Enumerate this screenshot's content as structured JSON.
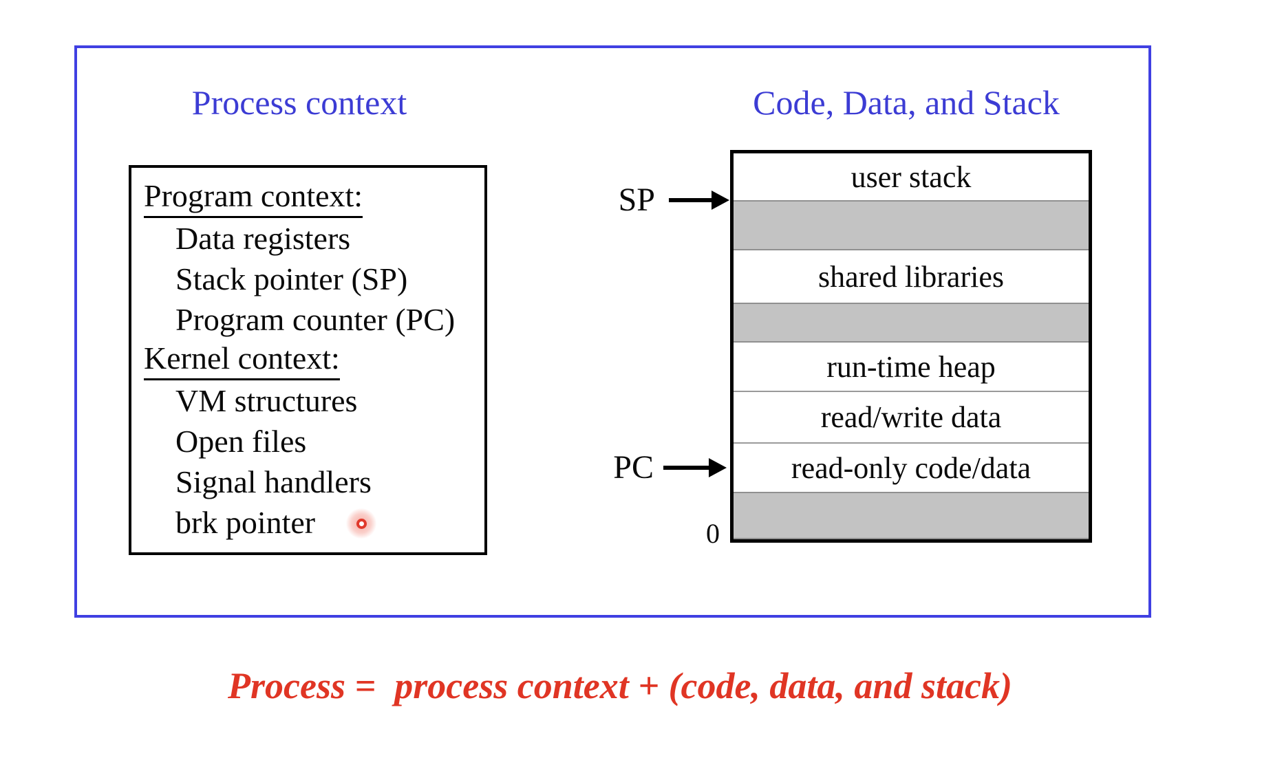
{
  "titles": {
    "left": "Process context",
    "right": "Code, Data, and Stack"
  },
  "context_box": {
    "lines": [
      {
        "text": "Program context:",
        "type": "header"
      },
      {
        "text": "Data registers",
        "type": "item"
      },
      {
        "text": "Stack pointer (SP)",
        "type": "item"
      },
      {
        "text": "Program counter (PC)",
        "type": "item"
      },
      {
        "text": "Kernel context:",
        "type": "header"
      },
      {
        "text": "VM structures",
        "type": "item"
      },
      {
        "text": "Open files",
        "type": "item"
      },
      {
        "text": "Signal handlers",
        "type": "item"
      },
      {
        "text": "brk pointer",
        "type": "item"
      }
    ]
  },
  "memory_diagram": {
    "segments": [
      {
        "label": "user stack",
        "fill": "white"
      },
      {
        "label": "",
        "fill": "gray"
      },
      {
        "label": "shared libraries",
        "fill": "white"
      },
      {
        "label": "",
        "fill": "gray"
      },
      {
        "label": "run-time heap",
        "fill": "white"
      },
      {
        "label": "read/write data",
        "fill": "white"
      },
      {
        "label": "read-only code/data",
        "fill": "white"
      },
      {
        "label": "",
        "fill": "gray"
      }
    ],
    "sp_label": "SP",
    "pc_label": "PC",
    "origin_label": "0"
  },
  "caption": "Process =  process context + (code, data, and stack)",
  "colors": {
    "frame_blue": "#4040e2",
    "title_blue": "#3c3cd4",
    "band_gray": "#c3c3c3",
    "caption_red": "#e03524",
    "laser_red": "#e0392b"
  }
}
